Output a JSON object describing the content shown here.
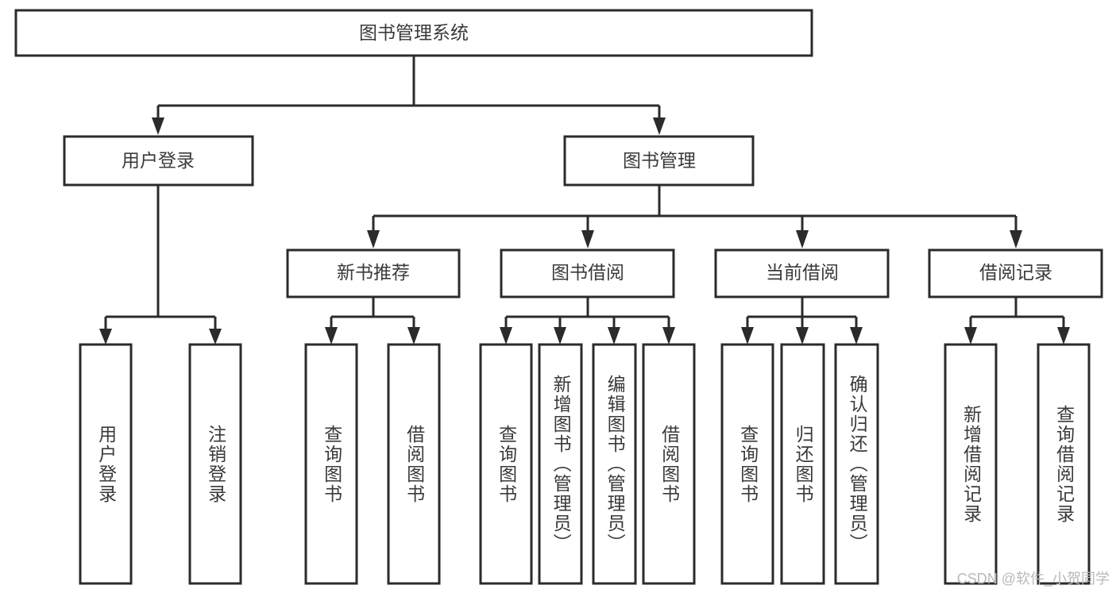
{
  "diagram": {
    "type": "tree",
    "title": "图书管理系统",
    "watermark": "CSDN @软件_小贺同学",
    "levels": {
      "root": {
        "label": "图书管理系统"
      },
      "level2": [
        {
          "id": "user-login",
          "label": "用户登录"
        },
        {
          "id": "book-manage",
          "label": "图书管理"
        }
      ],
      "level3": [
        {
          "id": "new-book-recommend",
          "label": "新书推荐",
          "parent": "book-manage"
        },
        {
          "id": "book-borrow",
          "label": "图书借阅",
          "parent": "book-manage"
        },
        {
          "id": "current-borrow",
          "label": "当前借阅",
          "parent": "book-manage"
        },
        {
          "id": "borrow-record",
          "label": "借阅记录",
          "parent": "book-manage"
        }
      ],
      "leaves": [
        {
          "id": "leaf-user-login",
          "label": "用户登录",
          "parent": "user-login"
        },
        {
          "id": "leaf-logout",
          "label": "注销登录",
          "parent": "user-login"
        },
        {
          "id": "leaf-query-book-1",
          "label": "查询图书",
          "parent": "new-book-recommend"
        },
        {
          "id": "leaf-borrow-book-1",
          "label": "借阅图书",
          "parent": "new-book-recommend"
        },
        {
          "id": "leaf-query-book-2",
          "label": "查询图书",
          "parent": "book-borrow"
        },
        {
          "id": "leaf-add-book",
          "label": "新增图书（管理员）",
          "parent": "book-borrow"
        },
        {
          "id": "leaf-edit-book",
          "label": "编辑图书（管理员）",
          "parent": "book-borrow"
        },
        {
          "id": "leaf-borrow-book-2",
          "label": "借阅图书",
          "parent": "book-borrow"
        },
        {
          "id": "leaf-query-book-3",
          "label": "查询图书",
          "parent": "current-borrow"
        },
        {
          "id": "leaf-return-book",
          "label": "归还图书",
          "parent": "current-borrow"
        },
        {
          "id": "leaf-confirm-return",
          "label": "确认归还（管理员）",
          "parent": "current-borrow"
        },
        {
          "id": "leaf-add-record",
          "label": "新增借阅记录",
          "parent": "borrow-record"
        },
        {
          "id": "leaf-query-record",
          "label": "查询借阅记录",
          "parent": "borrow-record"
        }
      ]
    },
    "colors": {
      "box_stroke": "#2b2b2b",
      "box_fill": "#ffffff",
      "text": "#3a3a3a",
      "watermark": "#b9b9b9"
    }
  }
}
